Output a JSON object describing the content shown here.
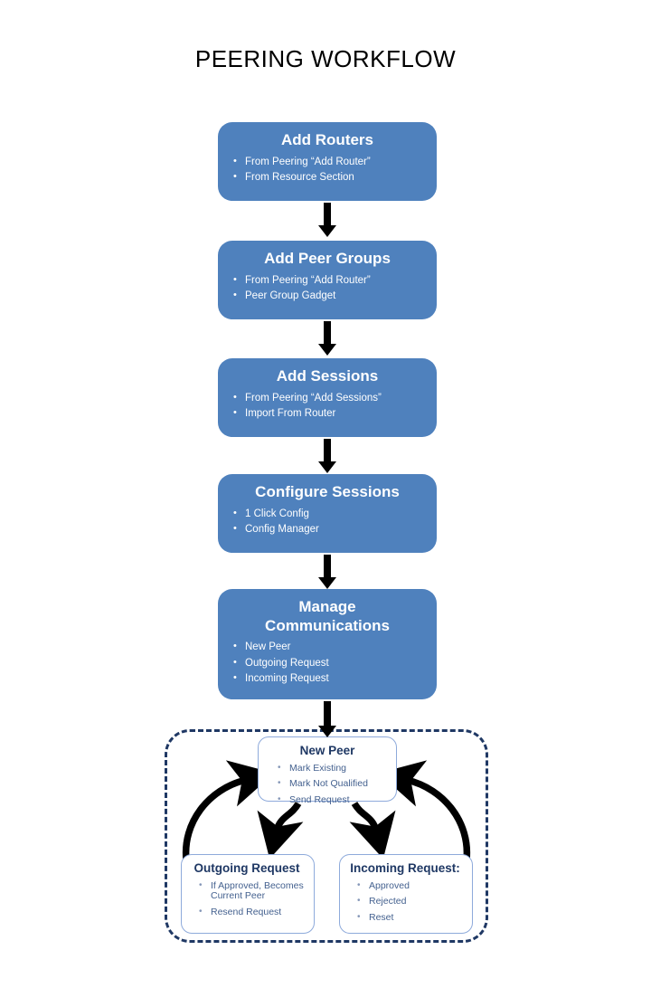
{
  "title": "PEERING WORKFLOW",
  "colors": {
    "step_fill": "#4f81bd",
    "step_text": "#ffffff",
    "dashed_border": "#1f3864",
    "inner_border": "#8eaadb",
    "inner_title_text": "#1f3864",
    "inner_body_text": "#44618f",
    "arrow": "#000000",
    "background": "#ffffff"
  },
  "steps": [
    {
      "title": "Add Routers",
      "items": [
        "From  Peering “Add Router”",
        "From Resource Section"
      ]
    },
    {
      "title": "Add Peer Groups",
      "items": [
        "From  Peering “Add Router”",
        "Peer Group Gadget"
      ]
    },
    {
      "title": "Add Sessions",
      "items": [
        "From  Peering “Add Sessions”",
        "Import  From Router"
      ]
    },
    {
      "title": "Configure Sessions",
      "items": [
        "1 Click Config",
        "Config Manager"
      ]
    },
    {
      "title": "Manage\nCommunications",
      "title_line1": "Manage",
      "title_line2": "Communications",
      "items": [
        "New Peer",
        "Outgoing Request",
        "Incoming Request"
      ]
    }
  ],
  "manage_group": {
    "new_peer": {
      "title": "New Peer",
      "items": [
        "Mark Existing",
        "Mark Not Qualified",
        "Send Request"
      ]
    },
    "outgoing_request": {
      "title": "Outgoing Request",
      "items": [
        "If Approved, Becomes Current Peer",
        "Resend Request"
      ]
    },
    "incoming_request": {
      "title": "Incoming Request:",
      "items": [
        "Approved",
        "Rejected",
        "Reset"
      ]
    }
  },
  "arrows": {
    "down_arrow_icon": "arrow-down-icon",
    "curve_up_left_icon": "curved-arrow-up-left-icon",
    "curve_down_left_icon": "curved-arrow-down-left-icon",
    "curve_down_right_icon": "curved-arrow-down-right-icon",
    "curve_up_right_icon": "curved-arrow-up-right-icon"
  }
}
